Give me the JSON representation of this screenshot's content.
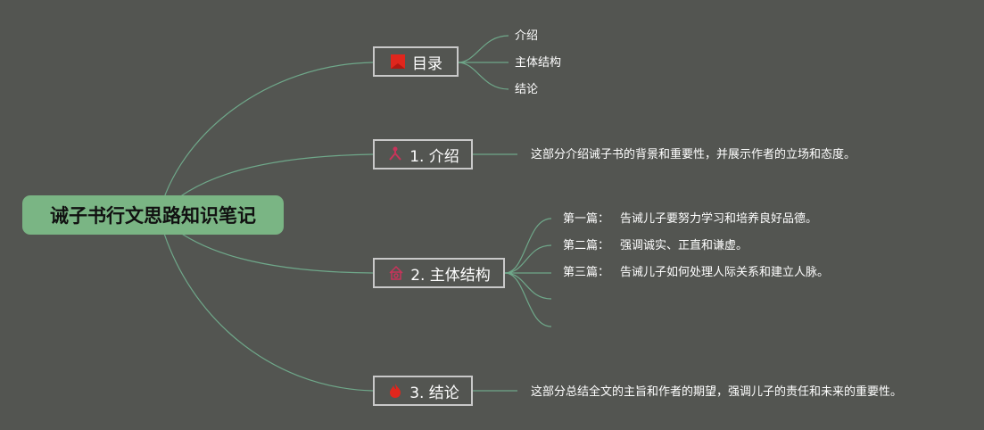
{
  "root": {
    "title": "诫子书行文思路知识笔记"
  },
  "topics": {
    "toc": {
      "label": "目录",
      "icon": "red-square-icon",
      "children": [
        "介绍",
        "主体结构",
        "结论"
      ]
    },
    "intro": {
      "label": "1. 介绍",
      "icon": "split-arrow-icon",
      "note": "这部分介绍诫子书的背景和重要性，并展示作者的立场和态度。"
    },
    "body": {
      "label": "2. 主体结构",
      "icon": "house-icon",
      "children": [
        {
          "prefix": "第一篇：",
          "text": "告诫儿子要努力学习和培养良好品德。"
        },
        {
          "prefix": "第二篇：",
          "text": "强调诚实、正直和谦虚。"
        },
        {
          "prefix": "第三篇：",
          "text": "告诫儿子如何处理人际关系和建立人脉。"
        }
      ]
    },
    "conclusion": {
      "label": "3. 结论",
      "icon": "flame-icon",
      "note": "这部分总结全文的主旨和作者的期望，强调儿子的责任和未来的重要性。"
    }
  },
  "colors": {
    "background": "#535551",
    "root_fill": "#7ab584",
    "connector": "#6fa88a",
    "topic_border": "#c9c9c9",
    "icon_red": "#e0261d",
    "icon_pink": "#c8345a"
  }
}
